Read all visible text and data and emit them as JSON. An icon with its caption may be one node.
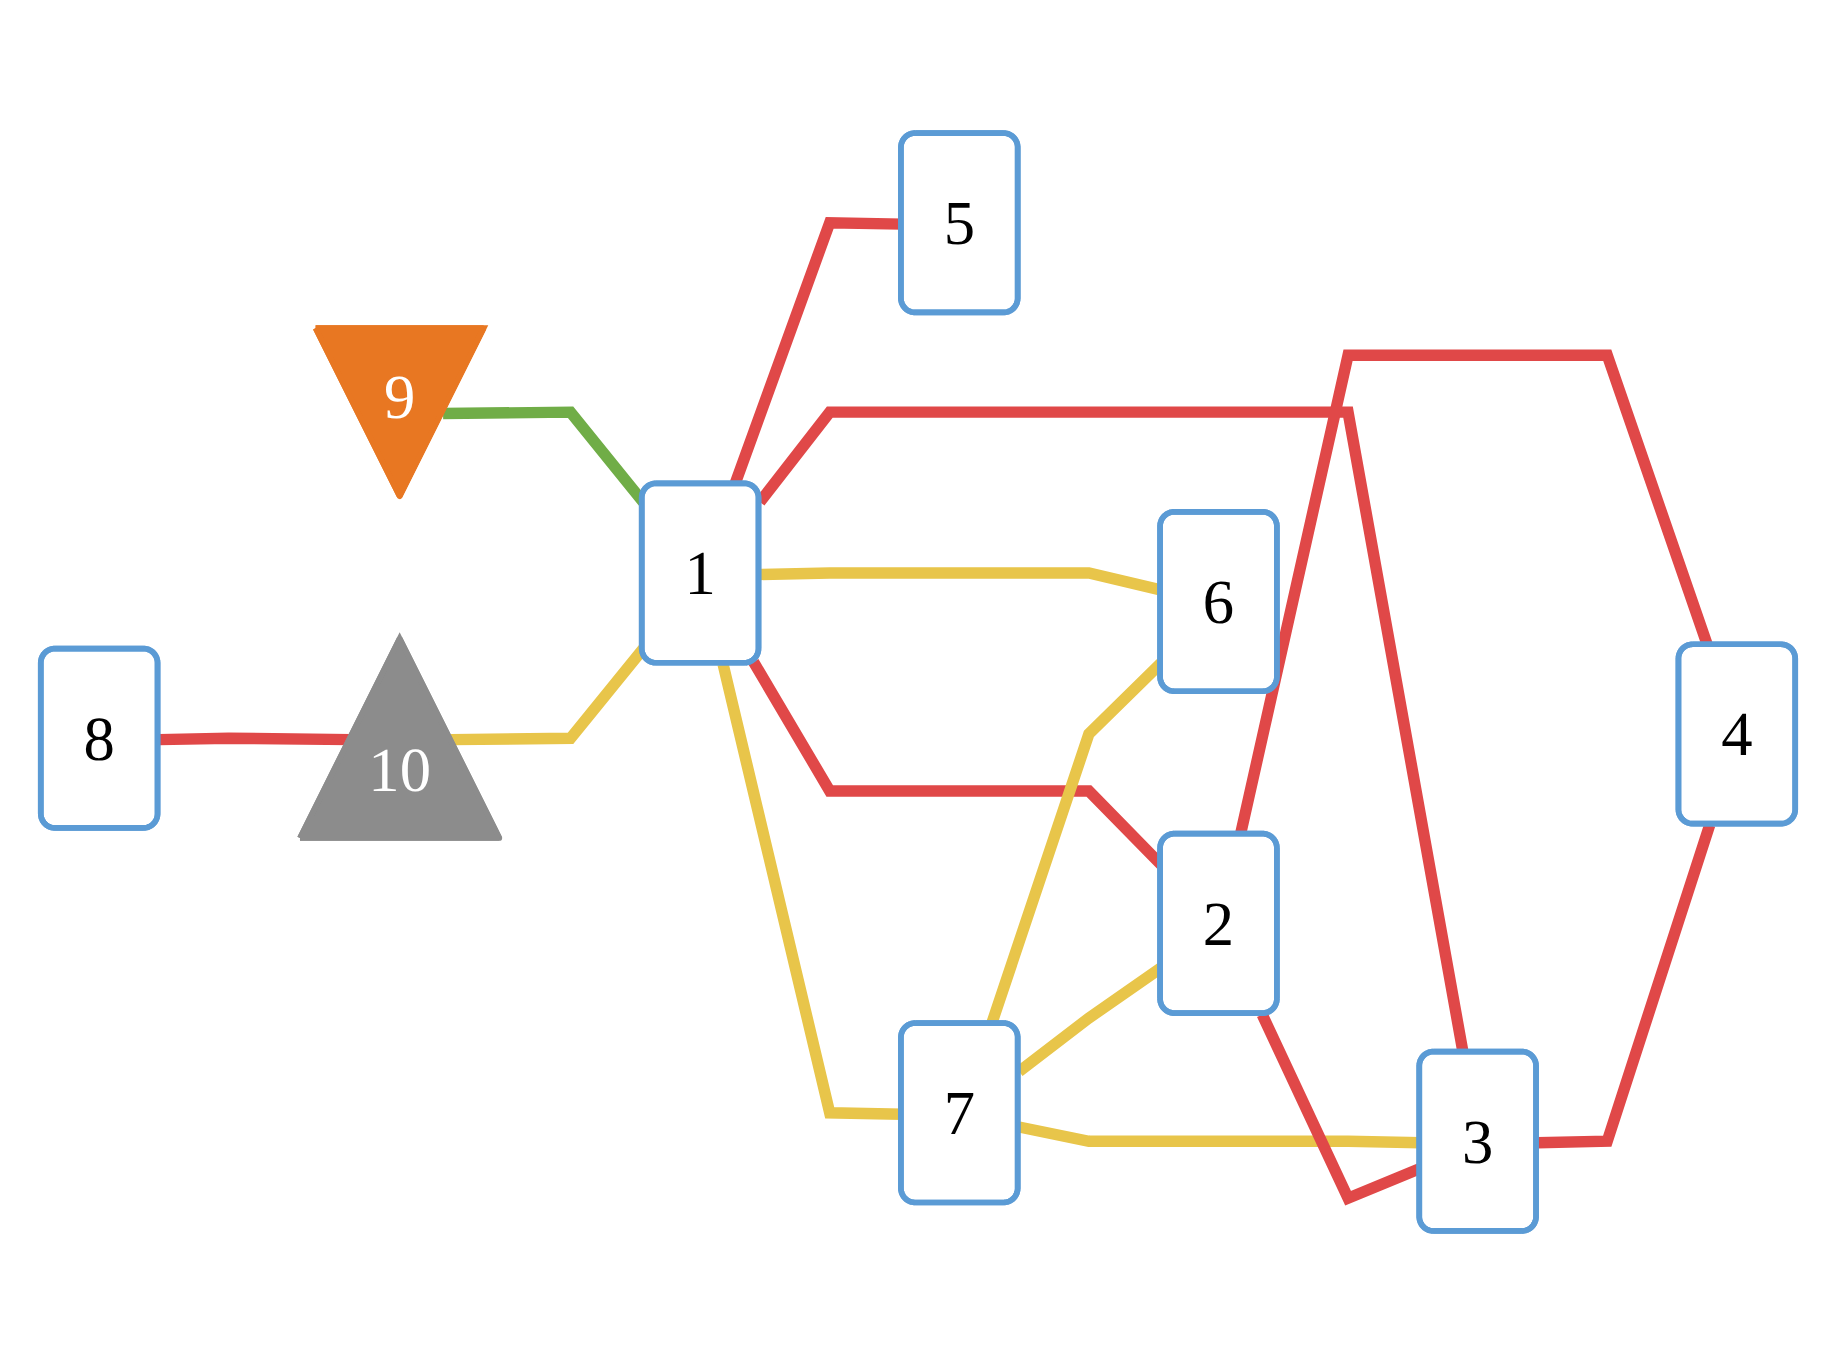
{
  "diagram": {
    "nodes": [
      {
        "text": [
          "1"
        ]
      },
      {
        "text": [
          "2"
        ]
      },
      {
        "text": [
          "3"
        ]
      },
      {
        "text": [
          "4"
        ]
      },
      {
        "text": [
          "5"
        ]
      },
      {
        "text": [
          "6"
        ]
      },
      {
        "text": [
          "7"
        ]
      },
      {
        "text": [
          "8"
        ]
      },
      {
        "text": [
          "9"
        ]
      },
      {
        "text": [
          "10"
        ]
      }
    ],
    "edges": [
      {
        "from": 0,
        "to": 4,
        "arrow": "none"
      },
      {
        "from": 0,
        "to": 6,
        "arrow": "none",
        "color": "#e8c54a"
      },
      {
        "from": 0,
        "to": 1,
        "arrow": "none"
      },
      {
        "from": 0,
        "to": 2,
        "arrow": "none"
      },
      {
        "from": 8,
        "to": 0,
        "arrow": "none",
        "color": "#70ad47"
      },
      {
        "from": 9,
        "to": 0,
        "arrow": "none",
        "color": "#e8c54a"
      },
      {
        "from": 0,
        "to": 5,
        "arrow": "none",
        "color": "#e8c54a"
      },
      {
        "from": 6,
        "to": 1,
        "arrow": "none",
        "color": "#e8c54a"
      },
      {
        "from": 6,
        "to": 2,
        "arrow": "none",
        "color": "#e8c54a"
      },
      {
        "from": 6,
        "to": 5,
        "arrow": "none",
        "color": "#e8c54a"
      },
      {
        "from": 1,
        "to": 2,
        "arrow": "none"
      },
      {
        "from": 1,
        "to": 3,
        "arrow": "none"
      },
      {
        "from": 2,
        "to": 3,
        "arrow": "none"
      },
      {
        "from": 7,
        "to": 9,
        "arrow": "none"
      }
    ]
  }
}
